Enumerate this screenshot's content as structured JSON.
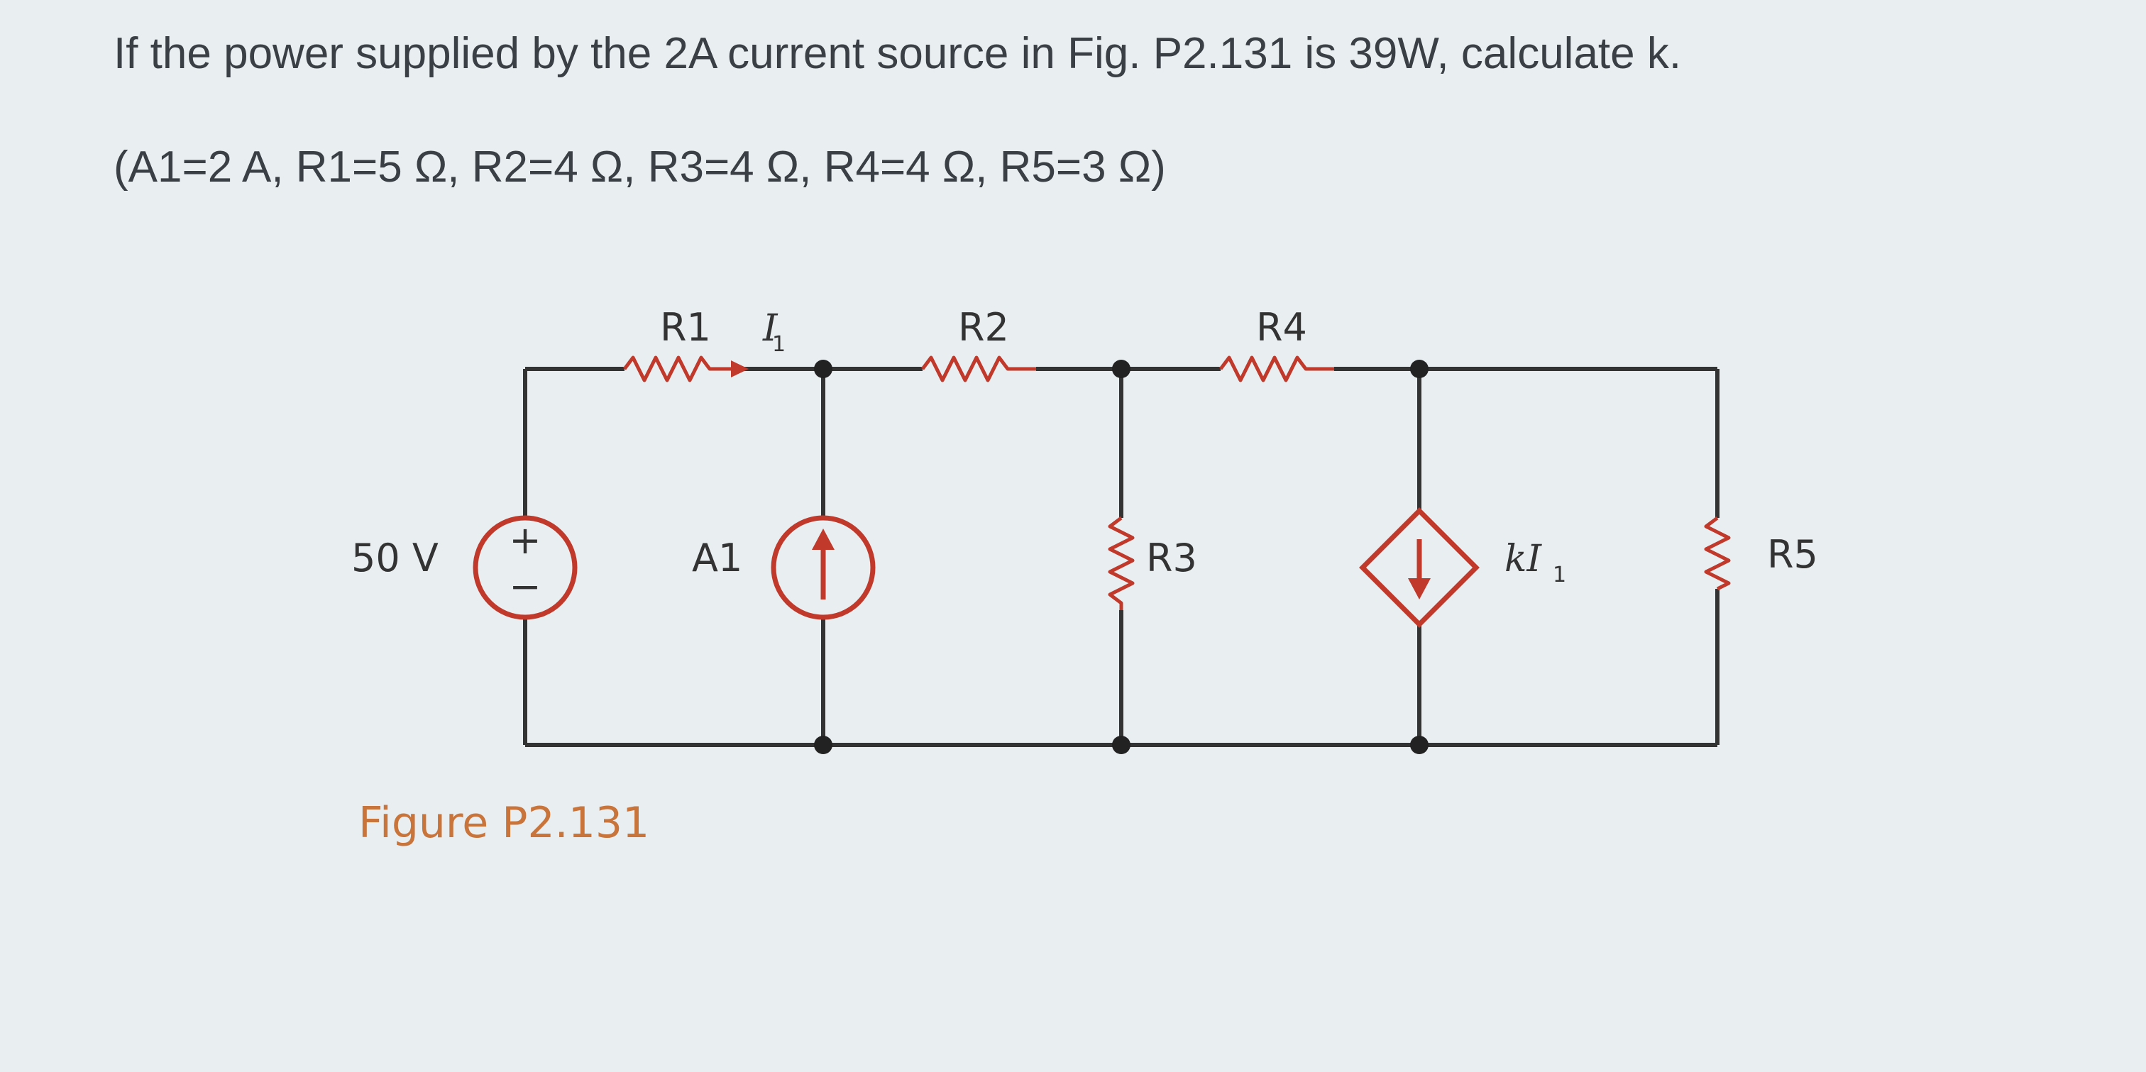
{
  "question": {
    "line1": "If the power supplied by the 2A current source in Fig. P2.131 is 39W, calculate k.",
    "line2": "(A1=2 A, R1=5 Ω, R2=4 Ω, R3=4 Ω, R4=4 Ω, R5=3 Ω)"
  },
  "circuit": {
    "labels": {
      "r1": "R1",
      "i1": "I",
      "i1_sub": "1",
      "r2": "R2",
      "r4": "R4",
      "v_source": "50 V",
      "a1": "A1",
      "r3": "R3",
      "dep_source_k": "kI",
      "dep_source_sub": "1",
      "r5": "R5",
      "plus": "+",
      "minus": "−"
    },
    "caption": "Figure P2.131"
  },
  "colors": {
    "component": "#c0392b",
    "wire": "#333333",
    "caption": "#c8743a",
    "background": "#e9eef1"
  }
}
